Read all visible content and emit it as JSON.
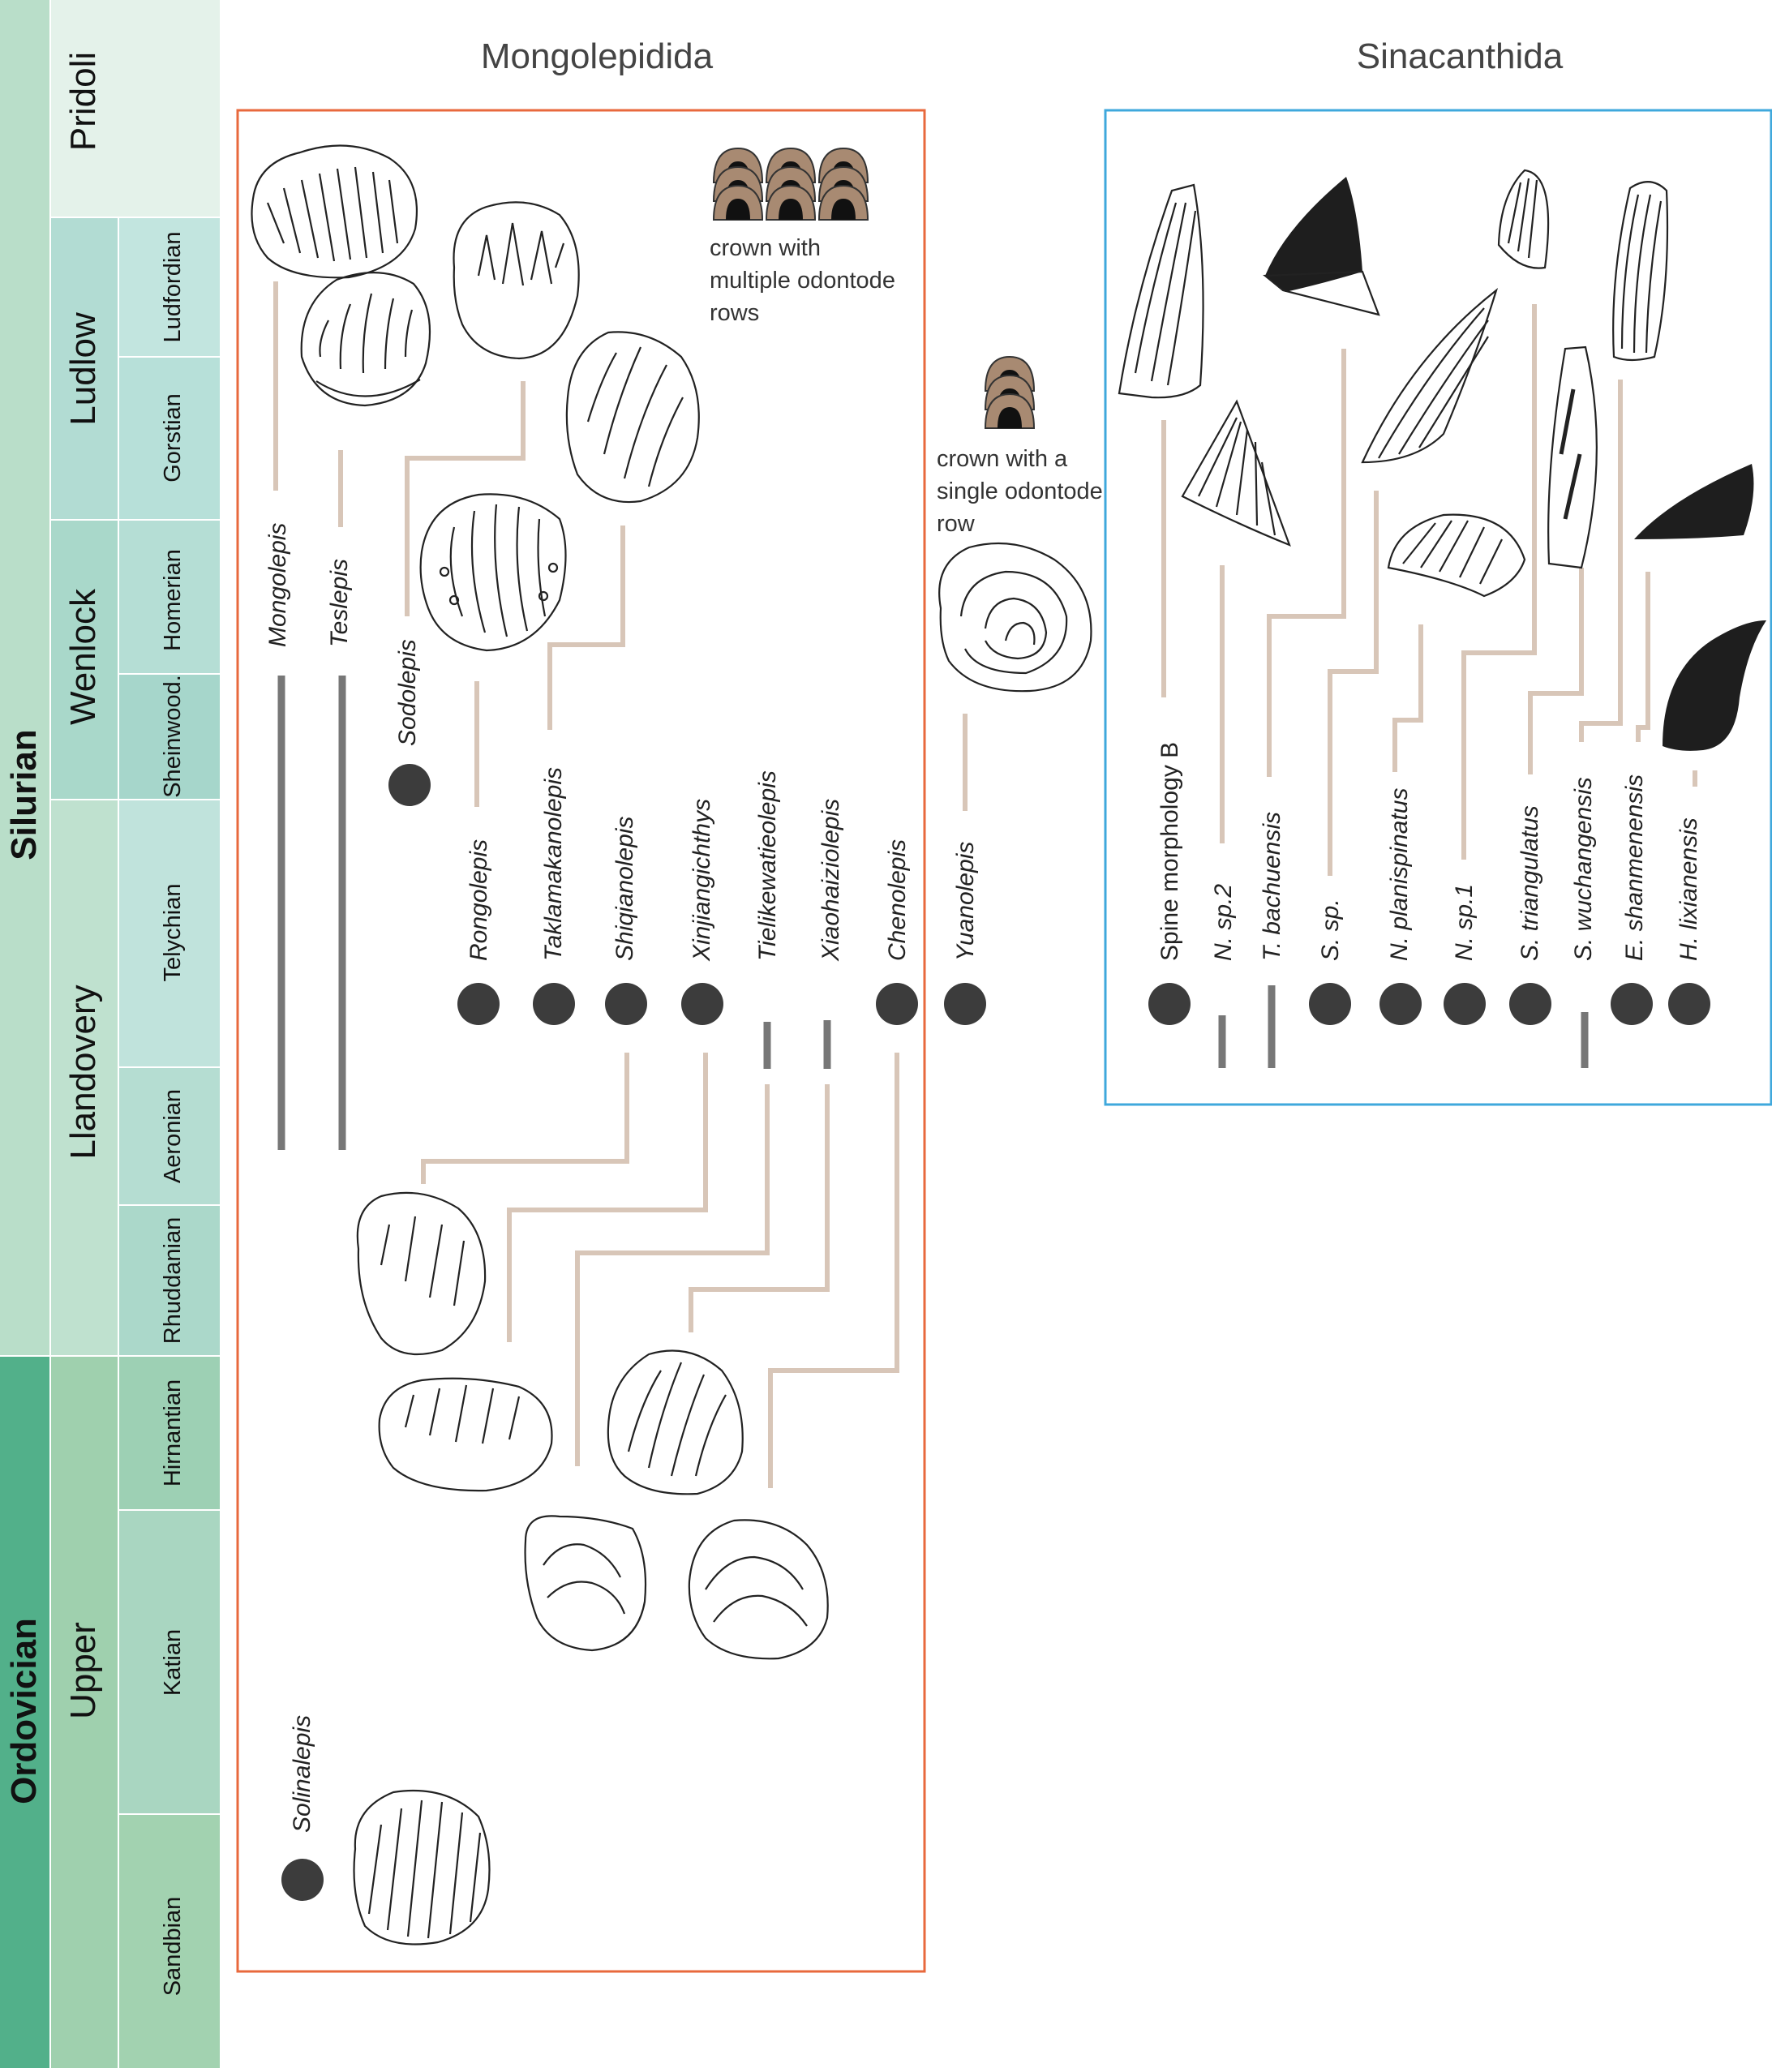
{
  "timescale": {
    "systems": [
      "Silurian",
      "Ordovician"
    ],
    "series": [
      "Pridoli",
      "Ludlow",
      "Wenlock",
      "Llandovery",
      "Upper"
    ],
    "stages": [
      "Ludfordian",
      "Gorstian",
      "Homerian",
      "Sheinwood.",
      "Telychian",
      "Aeronian",
      "Rhuddanian",
      "Hirnantian",
      "Katian",
      "Sandbian"
    ]
  },
  "groups": {
    "mongolepidida": "Mongolepidida",
    "sinacanthida": "Sinacanthida"
  },
  "annotations": {
    "multi_line1": "crown with",
    "multi_line2": "multiple odontode",
    "multi_line3": "rows",
    "single_line1": "crown with a",
    "single_line2": "single odontode",
    "single_line3": "row"
  },
  "taxa": {
    "mongolepis": "Mongolepis",
    "teslepis": "Teslepis",
    "sodolepis": "Sodolepis",
    "rongolepis": "Rongolepis",
    "taklamakanolepis": "Taklamakanolepis",
    "shiqianolepis": "Shiqianolepis",
    "xinjiangichthys": "Xinjiangichthys",
    "tielikewatieolepis": "Tielikewatieolepis",
    "xiaohaiziolepis": "Xiaohaiziolepis",
    "chenolepis": "Chenolepis",
    "yuanolepis": "Yuanolepis",
    "solinalepis": "Solinalepis",
    "spine_b": "Spine morphology B",
    "n_sp2": "N. sp.2",
    "t_bachuensis": "T. bachuensis",
    "s_sp": "S. sp.",
    "n_planispinatus": "N. planispinatus",
    "n_sp1": "N. sp.1",
    "s_triangulatus": "S. triangulatus",
    "s_wuchangensis": "S. wuchangensis",
    "e_shanmenensis": "E. shanmenensis",
    "h_lixianensis": "H. lixianensis"
  },
  "colors": {
    "mongolepidida_box": "#e8693d",
    "sinacanthida_box": "#3fa8dc",
    "range_bar": "#777777",
    "connector": "#d8c6b8",
    "occurrence_dot": "#3c3c3c",
    "odontode_brown": "#a88a72"
  }
}
